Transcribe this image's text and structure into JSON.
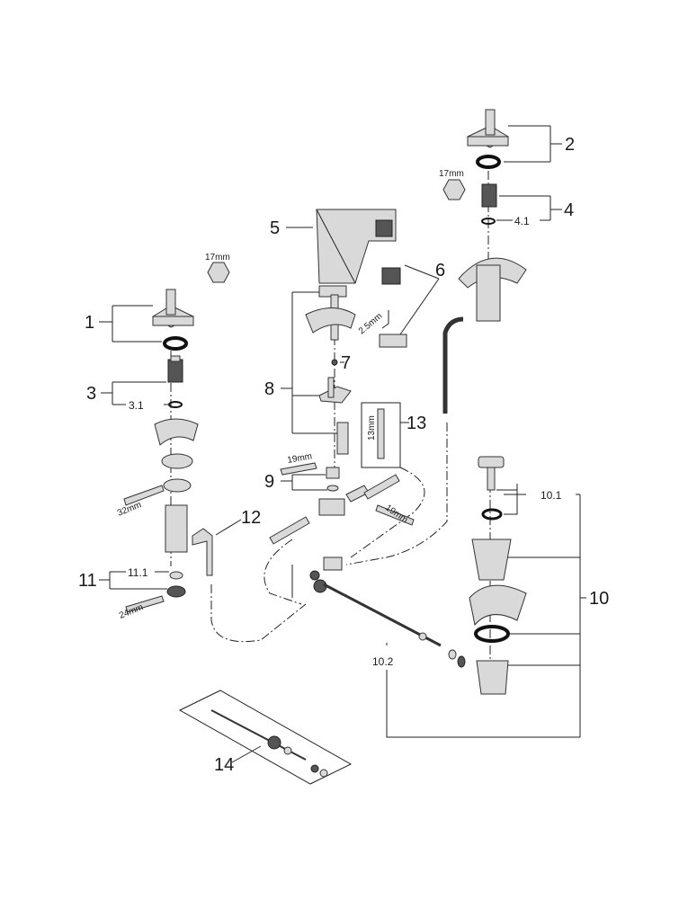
{
  "diagram": {
    "part_labels": [
      "1",
      "2",
      "3",
      "3.1",
      "4",
      "4.1",
      "5",
      "6",
      "7",
      "8",
      "9",
      "10",
      "10.1",
      "10.2",
      "11",
      "11.1",
      "12",
      "13",
      "14"
    ],
    "tool_sizes": {
      "hex_left": "17mm",
      "hex_right": "17mm",
      "allen_key": "2.5mm",
      "wrench_9": "19mm",
      "wrench_tee": "19mm",
      "wrench_32": "32mm",
      "wrench_24": "24mm",
      "socket_13": "13mm"
    }
  }
}
